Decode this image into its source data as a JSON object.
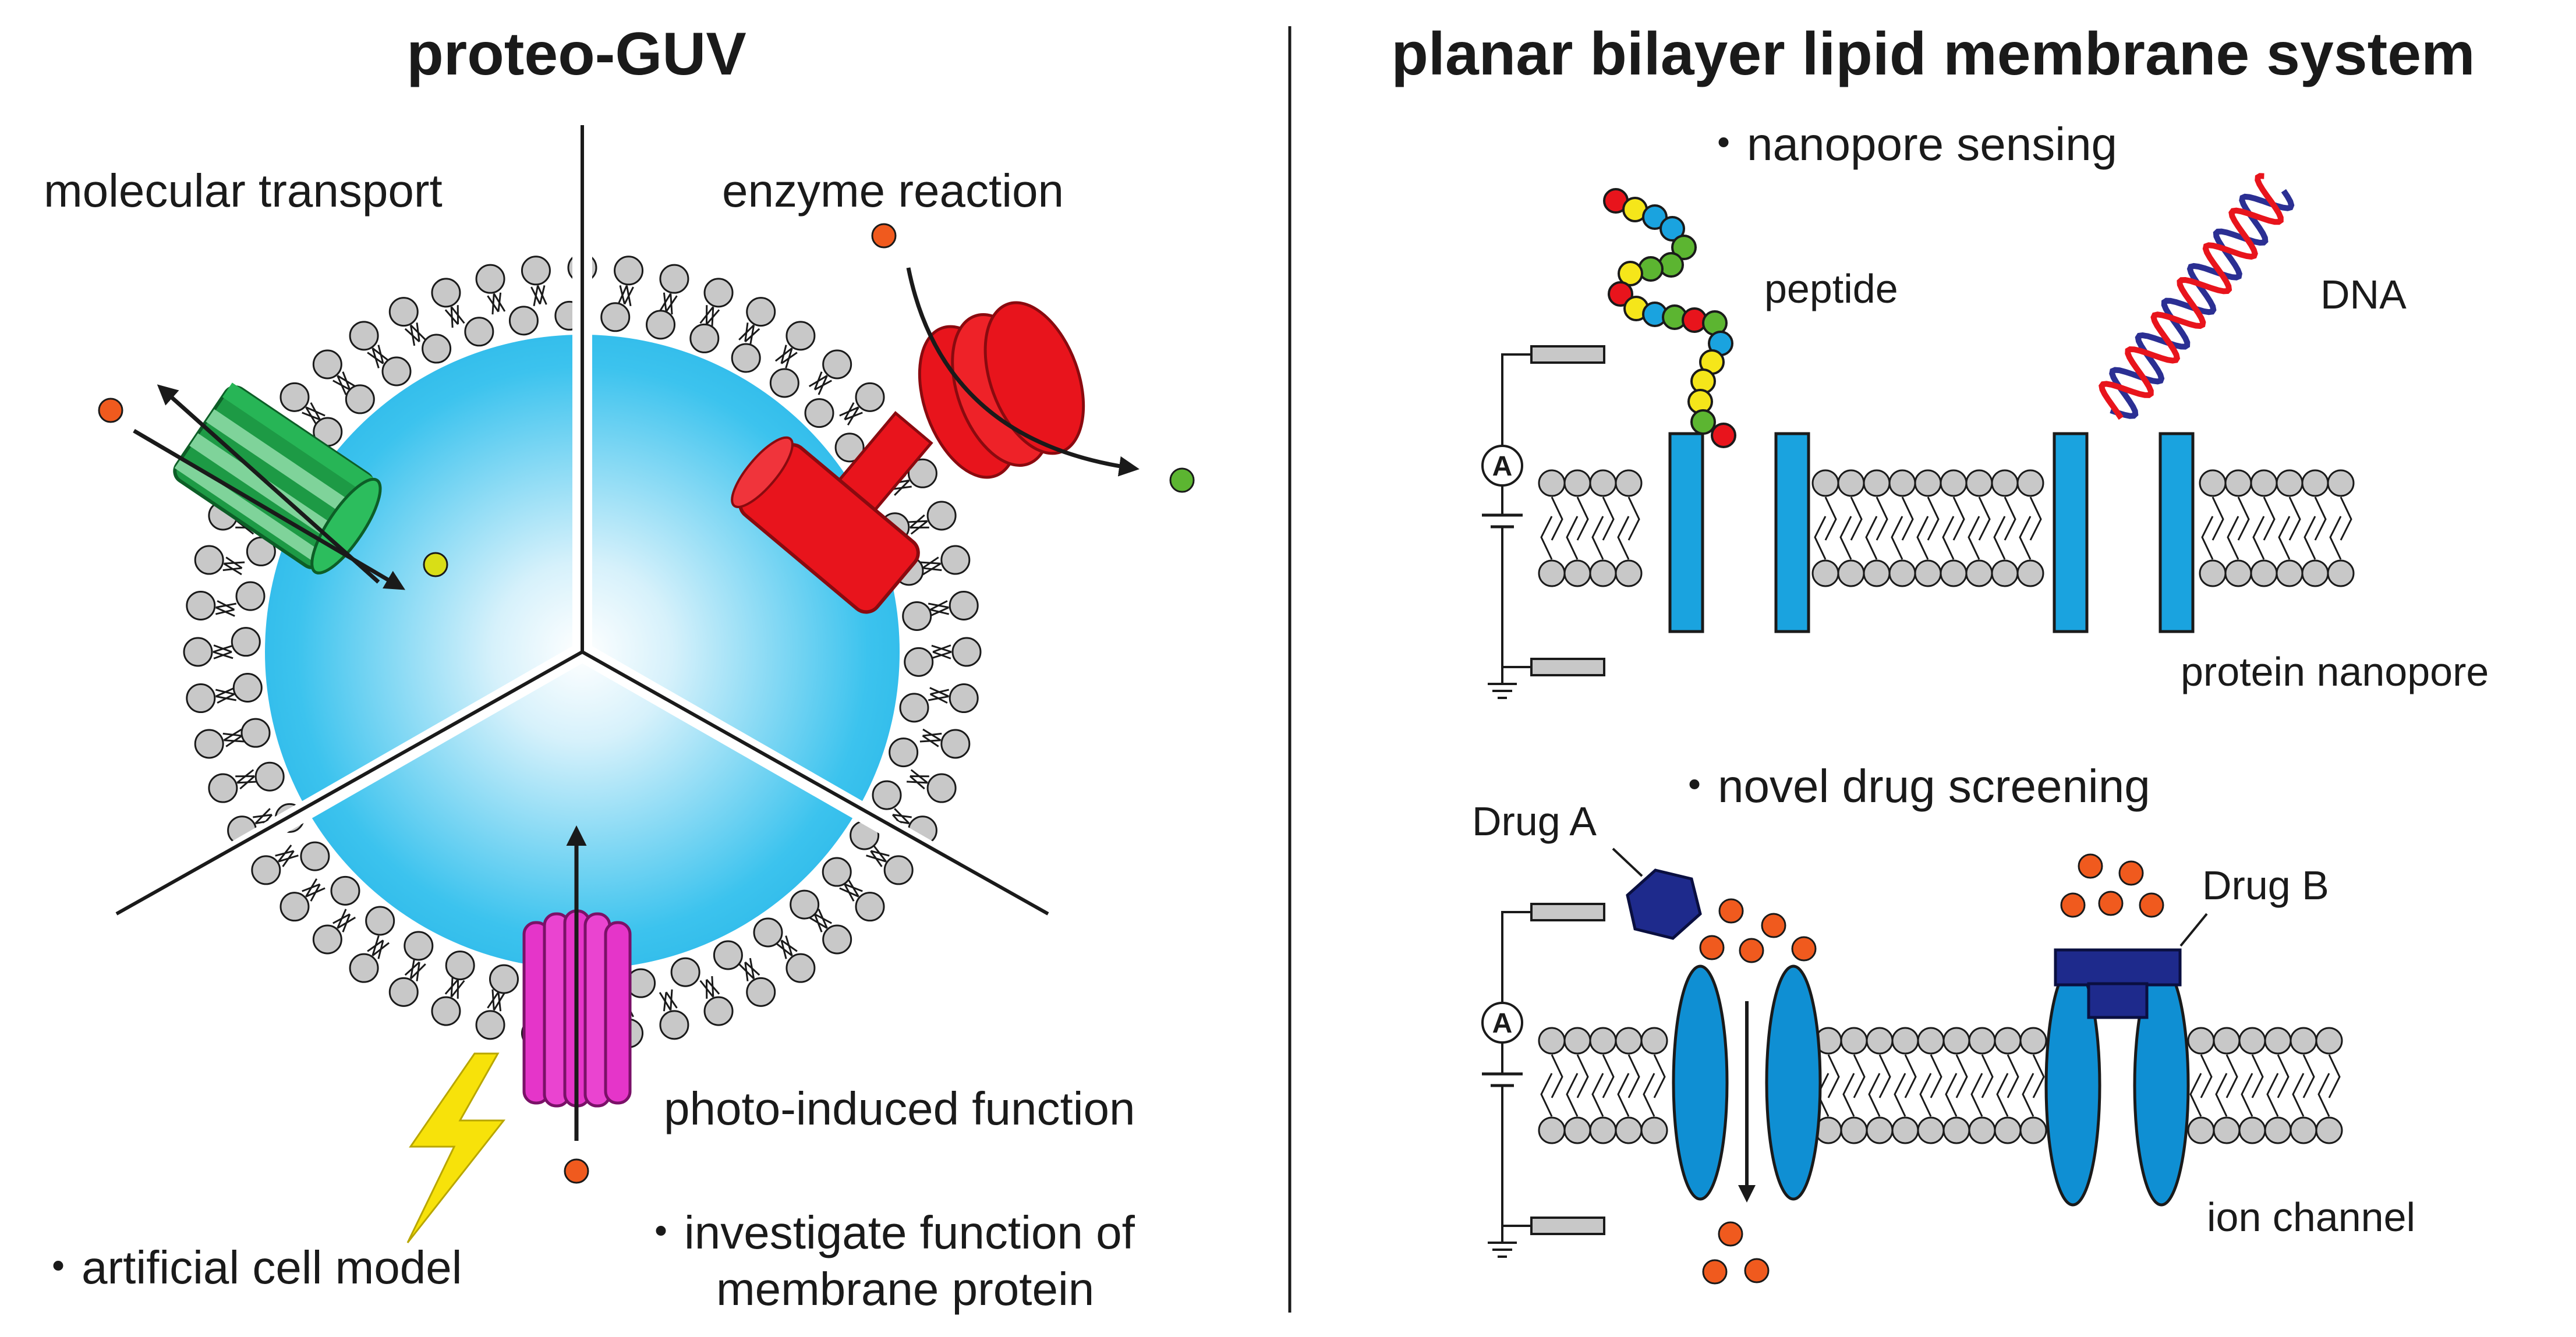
{
  "left_panel": {
    "title": "proteo-GUV",
    "labels": {
      "molecular_transport": "molecular transport",
      "enzyme_reaction": "enzyme reaction",
      "photo_induced": "photo-induced function"
    },
    "bullets": {
      "artificial_cell": "・artificial cell model",
      "investigate_line1": "・investigate function of",
      "investigate_line2": "membrane protein"
    }
  },
  "right_panel": {
    "title": "planar bilayer lipid membrane system",
    "sections": {
      "nanopore": "・nanopore sensing",
      "drug": "・novel drug screening"
    },
    "labels": {
      "peptide": "peptide",
      "dna": "DNA",
      "protein_nanopore": "protein nanopore",
      "drug_a": "Drug A",
      "drug_b": "Drug B",
      "ion_channel": "ion channel",
      "ammeter": "A"
    }
  },
  "colors": {
    "lipid_head": "#c8c8c8",
    "vesicle_inner": "#29b6e6",
    "nanopore_blue": "#1aa3df",
    "channel_blue": "#0f8fd3",
    "drug_navy": "#1e2a8c",
    "enzyme_red": "#e8141c",
    "transporter_green": "#1d9a45",
    "photo_magenta": "#e535c9",
    "bolt_yellow": "#f7e20a",
    "molecule_orange": "#f05a1e",
    "molecule_green": "#5cb531",
    "molecule_yellow": "#d9de16"
  },
  "icons": [
    "ammeter-icon",
    "ground-icon",
    "lightning-bolt-icon",
    "electrode-icon"
  ]
}
